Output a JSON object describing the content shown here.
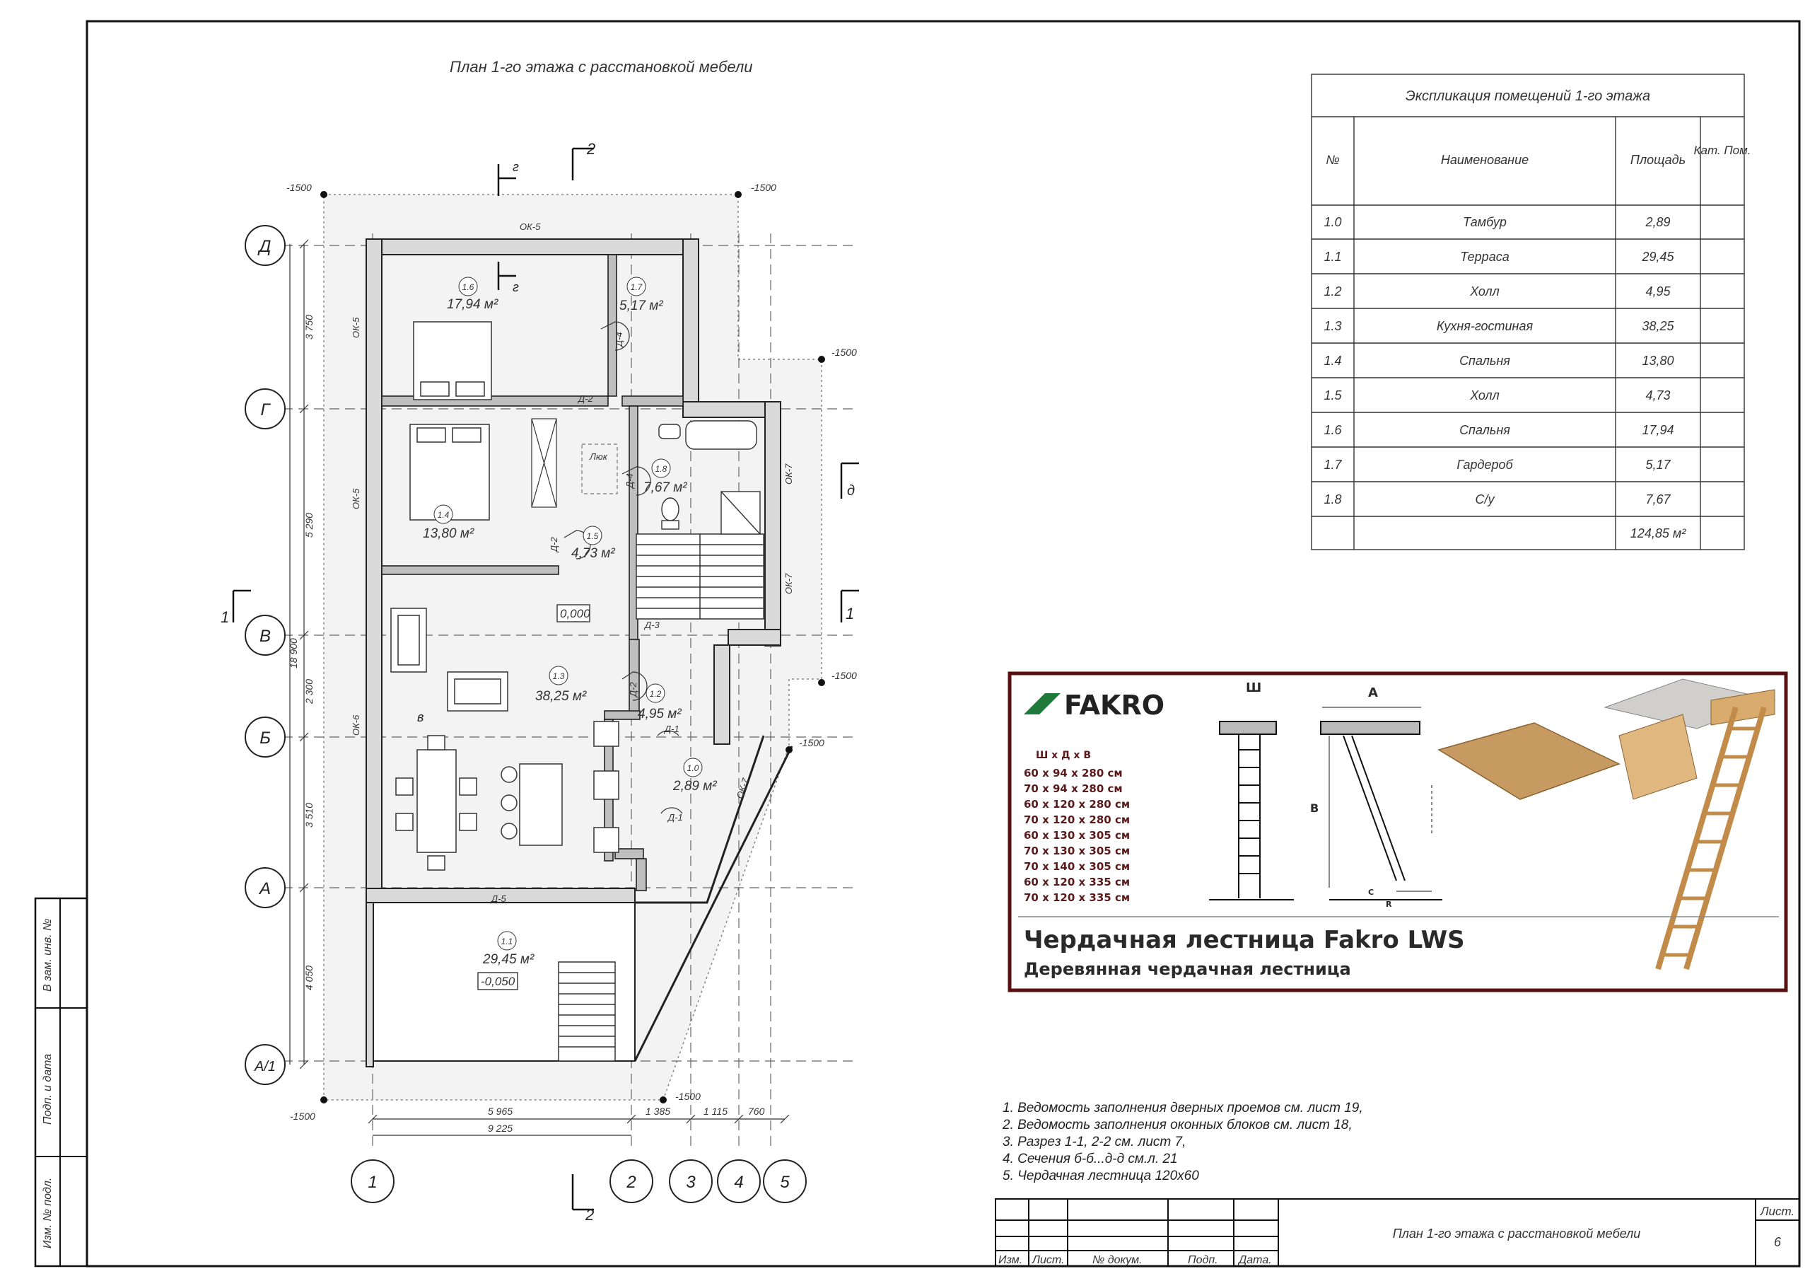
{
  "plan": {
    "title": "План 1-го этажа с расстановкой мебели",
    "axes_letters": [
      "Д",
      "Г",
      "В",
      "Б",
      "А",
      "А/1"
    ],
    "axes_numbers": [
      "1",
      "2",
      "3",
      "4",
      "5"
    ],
    "level_marks": [
      "-1500",
      "-1500",
      "-1500",
      "-1500",
      "-1500",
      "-1500",
      "-1500"
    ],
    "section_marks": {
      "s1": "1",
      "s2": "2",
      "s3": "г",
      "s4": "д",
      "s5": "в"
    },
    "dims_vertical": [
      "3 750",
      "5 290",
      "18 900",
      "2 300",
      "3 510",
      "4 050"
    ],
    "dims_horizontal": [
      "5 965",
      "1 385",
      "1 115",
      "760",
      "9 225"
    ],
    "windows": [
      "ОК-5",
      "ОК-5",
      "ОК-5",
      "ОК-6",
      "ОК-7",
      "ОК-7",
      "ОК-7"
    ],
    "doors": [
      "Д-2",
      "Д-4",
      "Д-2",
      "Д-4",
      "Д-3",
      "Д-2",
      "Д-1",
      "Д-1",
      "Д-5"
    ],
    "hatch": "Люк",
    "levels": [
      "0,000",
      "-0,050"
    ],
    "rooms": [
      {
        "num": "1.6",
        "area": "17,94 м²"
      },
      {
        "num": "1.7",
        "area": "5,17 м²"
      },
      {
        "num": "1.4",
        "area": "13,80 м²"
      },
      {
        "num": "1.5",
        "area": "4,73 м²"
      },
      {
        "num": "1.8",
        "area": "7,67 м²"
      },
      {
        "num": "1.3",
        "area": "38,25 м²"
      },
      {
        "num": "1.2",
        "area": "4,95 м²"
      },
      {
        "num": "1.0",
        "area": "2,89 м²"
      },
      {
        "num": "1.1",
        "area": "29,45 м²"
      }
    ]
  },
  "explication": {
    "title": "Экспликация помещений 1-го этажа",
    "headers": [
      "№",
      "Наименование",
      "Площадь",
      "Кат. Пом."
    ],
    "rows": [
      [
        "1.0",
        "Тамбур",
        "2,89",
        ""
      ],
      [
        "1.1",
        "Терраса",
        "29,45",
        ""
      ],
      [
        "1.2",
        "Холл",
        "4,95",
        ""
      ],
      [
        "1.3",
        "Кухня-гостиная",
        "38,25",
        ""
      ],
      [
        "1.4",
        "Спальня",
        "13,80",
        ""
      ],
      [
        "1.5",
        "Холл",
        "4,73",
        ""
      ],
      [
        "1.6",
        "Спальня",
        "17,94",
        ""
      ],
      [
        "1.7",
        "Гардероб",
        "5,17",
        ""
      ],
      [
        "1.8",
        "С/у",
        "7,67",
        ""
      ]
    ],
    "total": "124,85 м²"
  },
  "fakro": {
    "brand": "FAKRO",
    "dims_header": "Ш х Д х В",
    "sizes": [
      "60 x 94 x 280 см",
      "70 x 94 x 280 см",
      "60 x 120 x 280 см",
      "70 x 120 x 280 см",
      "60 x 130 x 305 см",
      "70 x 130 x 305 см",
      "70 x 140 x 305 см",
      "60 x 120 x 335 см",
      "70 x 120 x 335 см"
    ],
    "label_w": "Ш",
    "label_a": "А",
    "label_b": "В",
    "label_c": "С",
    "label_r": "R",
    "caption": "Чердачная лестница Fakro LWS",
    "subcaption": "Деревянная чердачная лестница"
  },
  "notes": [
    "1. Ведомость заполнения дверных проемов см. лист 19,",
    "2. Ведомость заполнения  оконных блоков см. лист 18,",
    "3. Разрез 1-1, 2-2  см. лист 7,",
    "4. Сечения б-б...д-д см.л. 21",
    "5. Чердачная лестница 120х60"
  ],
  "stamp": {
    "cols": [
      "Изм.",
      "Лист.",
      "№ докум.",
      "Подп.",
      "Дата."
    ],
    "title": "План 1-го этажа с расстановкой мебели",
    "sheet_label": "Лист.",
    "sheet_num": "6"
  },
  "side_stamp": [
    "В зам. инв. №",
    "Подп. и дата",
    "Изм. № подл."
  ]
}
